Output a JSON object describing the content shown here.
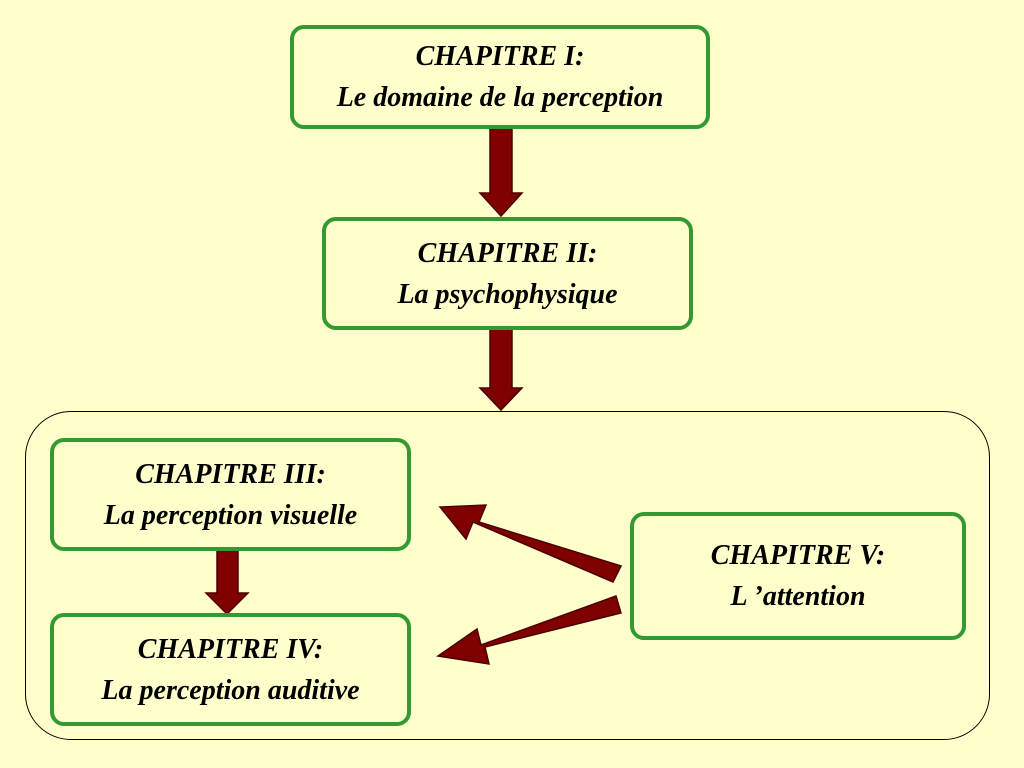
{
  "colors": {
    "background": "#ffffcc",
    "box_border": "#339933",
    "arrow_fill": "#800000",
    "arrow_stroke": "#4a0000"
  },
  "chapters": [
    {
      "title": "CHAPITRE I:",
      "subtitle": "Le domaine de la perception"
    },
    {
      "title": "CHAPITRE II:",
      "subtitle": "La psychophysique"
    },
    {
      "title": "CHAPITRE III:",
      "subtitle": "La perception visuelle"
    },
    {
      "title": "CHAPITRE IV:",
      "subtitle": "La perception auditive"
    },
    {
      "title": "CHAPITRE V:",
      "subtitle": "L ’attention"
    }
  ],
  "connections": [
    {
      "from": "CHAPITRE I:",
      "to": "CHAPITRE II:"
    },
    {
      "from": "CHAPITRE II:",
      "to": "group"
    },
    {
      "from": "CHAPITRE III:",
      "to": "CHAPITRE IV:"
    },
    {
      "from": "CHAPITRE V:",
      "to": "CHAPITRE III:"
    },
    {
      "from": "CHAPITRE V:",
      "to": "CHAPITRE IV:"
    }
  ]
}
